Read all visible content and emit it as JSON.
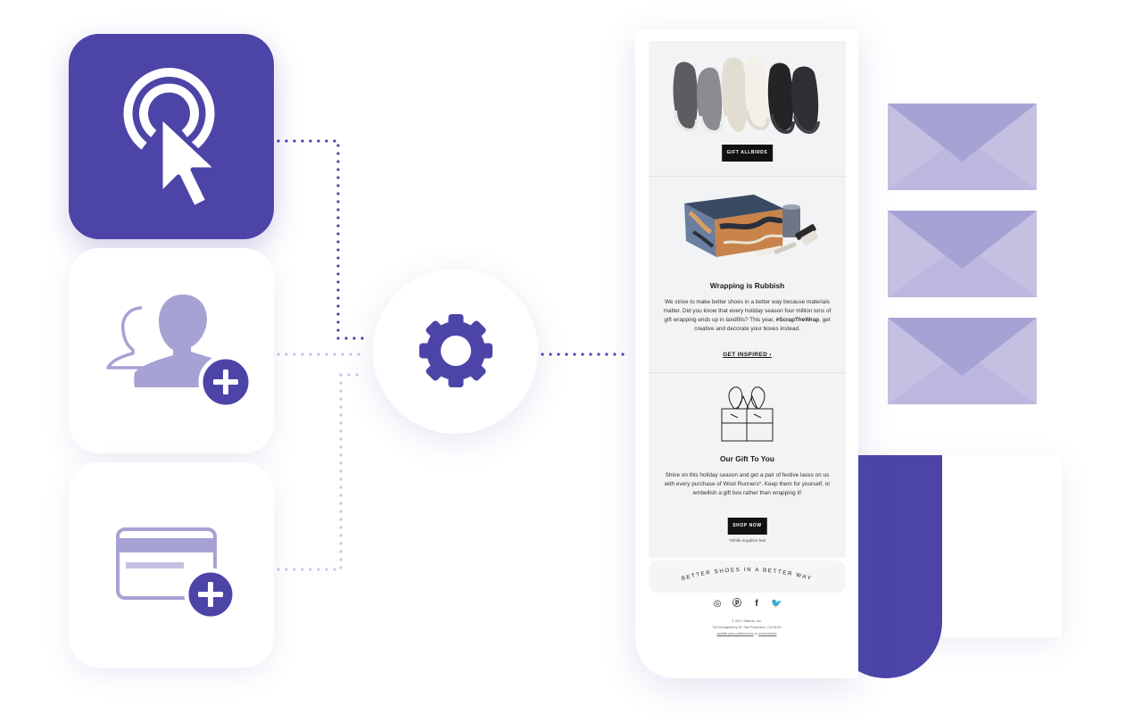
{
  "colors": {
    "brand_purple": "#4d44a8",
    "light_purple": "#a7a2d4",
    "lighter_purple": "#c4c0e2",
    "dot_dark": "#4d44a8",
    "dot_light": "#c9c6e6"
  },
  "cards": [
    {
      "icon": "click-target-cursor-icon",
      "style": "primary"
    },
    {
      "icon": "add-users-icon",
      "style": "secondary"
    },
    {
      "icon": "add-payment-card-icon",
      "style": "secondary"
    }
  ],
  "hub": {
    "icon": "gear-icon"
  },
  "envelopes": [
    "envelope-icon",
    "envelope-icon",
    "envelope-icon"
  ],
  "email": {
    "section1": {
      "image": "shoes-lineup-image",
      "cta": "GIFT ALLBIRDS"
    },
    "section2": {
      "image": "painted-gift-box-image",
      "title": "Wrapping is Rubbish",
      "body_before": "We strive to make better shoes in a better way because materials matter. Did you know that every holiday season four million tons of gift wrapping ends up in landfills? This year, ",
      "hashtag": "#ScrapTheWrap",
      "body_after": ", get creative and decorate your boxes instead.",
      "link": "GET INSPIRED ›"
    },
    "section3": {
      "image": "gift-box-laces-illustration",
      "title": "Our Gift To You",
      "body": "Shine on this holiday season and get a pair of festive laces on us with every purchase of Wool Runners*. Keep them for yourself, or embellish a gift box rather than wrapping it!",
      "cta": "SHOP NOW",
      "footnote": "*While supplies last"
    },
    "tagline": "BETTER SHOES IN A BETTER WAY",
    "social": [
      "instagram-icon",
      "pinterest-icon",
      "facebook-icon",
      "twitter-icon"
    ],
    "social_glyphs": [
      "◎",
      "ⓟ",
      "f",
      "🐦"
    ],
    "legal": {
      "copyright": "© 2017 Allbirds, Inc.",
      "address": "730 Montgomery St. San Francisco, CA 94111",
      "preferences": "update your preferences",
      "or": "or",
      "unsubscribe": "unsubscribe"
    }
  }
}
